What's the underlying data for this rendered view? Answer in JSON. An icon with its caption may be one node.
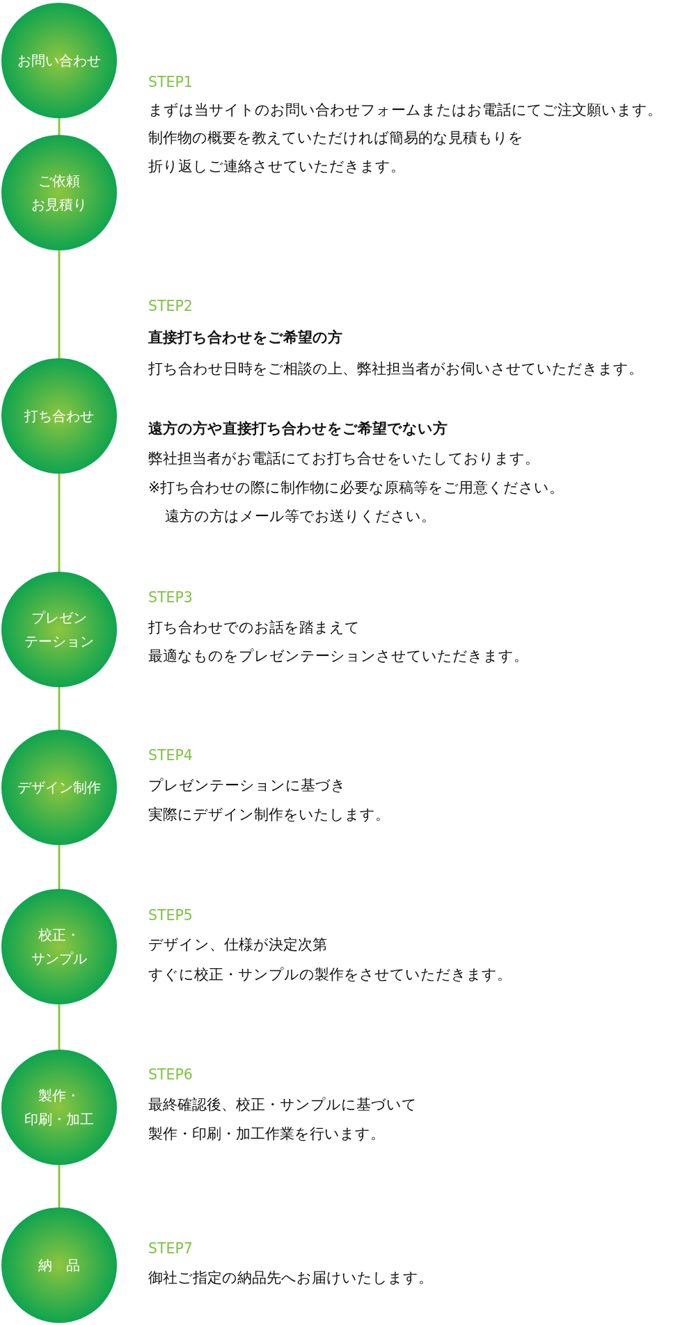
{
  "diagram": {
    "nodes": [
      {
        "text": [
          "お問い合わせ"
        ]
      },
      {
        "text": [
          "ご依頼お見積り"
        ]
      },
      {
        "text": [
          "打ち合わせ"
        ]
      },
      {
        "text": [
          "プレゼンテーション"
        ]
      },
      {
        "text": [
          "デザイン制作"
        ]
      },
      {
        "text": [
          "校正・サンプル"
        ]
      },
      {
        "text": [
          "製作・印刷・加工"
        ]
      },
      {
        "text": [
          "納　品"
        ]
      }
    ],
    "edges": [
      {
        "from": 0,
        "to": 1,
        "arrow": "none"
      },
      {
        "from": 1,
        "to": 2,
        "arrow": "none"
      },
      {
        "from": 2,
        "to": 3,
        "arrow": "none"
      },
      {
        "from": 3,
        "to": 4,
        "arrow": "none"
      },
      {
        "from": 4,
        "to": 5,
        "arrow": "none"
      },
      {
        "from": 5,
        "to": 6,
        "arrow": "none"
      },
      {
        "from": 6,
        "to": 7,
        "arrow": "none"
      }
    ],
    "labels": [
      "STEP1",
      "まずは当サイトのお問い合わせフォームまたはお電話にてご注文願います。",
      "制作物の概要を教えていただければ簡易的な見積もりを",
      "折り返しご連絡させていただきます。",
      "STEP2",
      "直接打ち合わせをご希望の方",
      "打ち合わせ日時をご相談の上、弊社担当者がお伺いさせていただきます。",
      "遠方の方や直接打ち合わせをご希望でない方",
      "弊社担当者がお電話にてお打ち合せをいたしております。",
      "※打ち合わせの際に制作物に必要な原稿等をご用意ください。",
      "遠方の方はメール等でお送りください。",
      "STEP3",
      "打ち合わせでのお話を踏まえて",
      "最適なものをプレゼンテーションさせていただきます。",
      "STEP4",
      "プレゼンテーションに基づき",
      "実際にデザイン制作をいたします。",
      "STEP5",
      "デザイン、仕様が決定次第",
      "すぐに校正・サンプルの製作をさせていただきます。",
      "STEP6",
      "最終確認後、校正・サンプルに基づいて",
      "製作・印刷・加工作業を行います。",
      "STEP7",
      "御社ご指定の納品先へお届けいたします。"
    ]
  }
}
